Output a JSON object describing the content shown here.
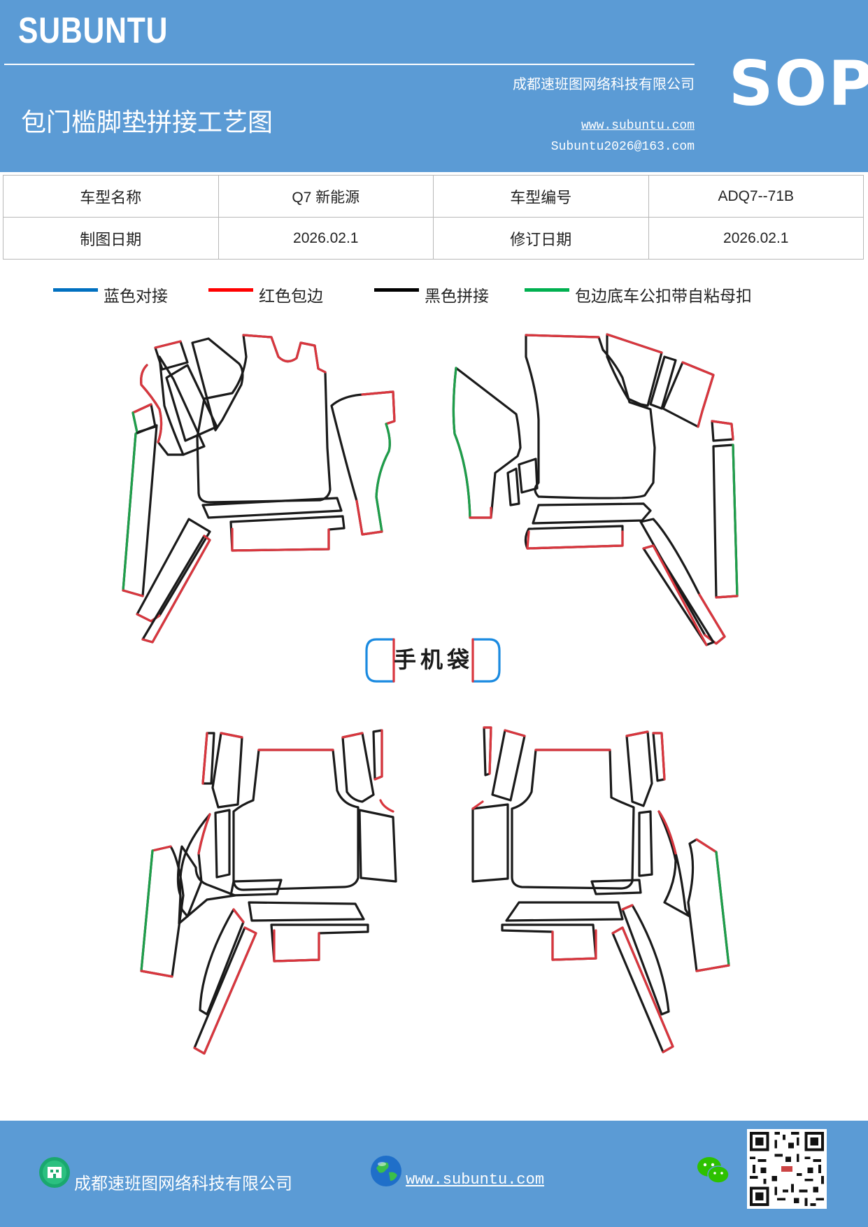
{
  "header": {
    "brand": "SUBUNTU",
    "company": "成都速班图网络科技有限公司",
    "title": "包门槛脚垫拼接工艺图",
    "website": "www.subuntu.com",
    "email": "Subuntu2026@163.com",
    "badge": "SOP"
  },
  "info": {
    "rows": [
      [
        "车型名称",
        "Q7 新能源",
        "车型编号",
        "ADQ7--71B"
      ],
      [
        "制图日期",
        "2026.02.1",
        "修订日期",
        "2026.02.1"
      ]
    ]
  },
  "legend": [
    {
      "label": "蓝色对接",
      "color": "#0070c0"
    },
    {
      "label": "红色包边",
      "color": "#ff0000"
    },
    {
      "label": "黑色拼接",
      "color": "#000000"
    },
    {
      "label": "包边底车公扣带自粘母扣",
      "color": "#00b050"
    }
  ],
  "diagram": {
    "pocket_label": "手机袋",
    "colors": {
      "black": "#1a1a1a",
      "red": "#d9363e",
      "green": "#1e9e4a",
      "blue": "#1a8ae0"
    }
  },
  "footer": {
    "company": "成都速班图网络科技有限公司",
    "website": "www.subuntu.com"
  }
}
